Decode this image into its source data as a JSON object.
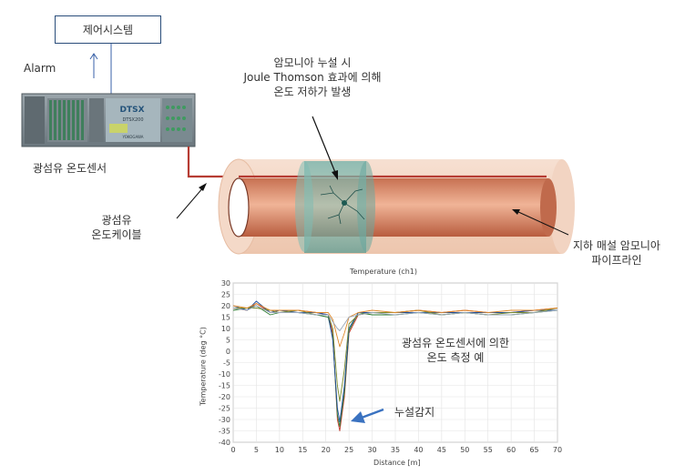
{
  "diagram": {
    "control_system_label": "제어시스템",
    "alarm_label": "Alarm",
    "sensor_label": "광섬유 온도센서",
    "device": {
      "brand": "DTSX",
      "model": "DTSX200",
      "maker": "YOKOGAWA"
    },
    "cable_label_lines": [
      "광섬유",
      "온도케이블"
    ],
    "leak_note_lines": [
      "암모니아 누설 시",
      "Joule Thomson 효과에 의해",
      "온도 저하가 발생"
    ],
    "pipeline_label_lines": [
      "지하 매설 암모니아",
      "파이프라인"
    ]
  },
  "chart_annotations": {
    "measurement_lines": [
      "광섬유 온도센서에 의한",
      "온도 측정 예"
    ],
    "leak_detect_label": "누설감지"
  },
  "chart_data": {
    "type": "line",
    "title": "Temperature (ch1)",
    "xlabel": "Distance [m]",
    "ylabel": "Temperature (deg °C)",
    "xlim": [
      0,
      70
    ],
    "ylim": [
      -40,
      30
    ],
    "xticks": [
      0,
      5,
      10,
      15,
      20,
      25,
      30,
      35,
      40,
      45,
      50,
      55,
      60,
      65,
      70
    ],
    "yticks": [
      30,
      25,
      20,
      15,
      10,
      5,
      0,
      -5,
      -10,
      -15,
      -20,
      -25,
      -30,
      -35,
      -40
    ],
    "grid": true,
    "series": [
      {
        "color": "#c0392b",
        "x": [
          0,
          3,
          5,
          8,
          10,
          14,
          18,
          20.5,
          21.5,
          22.5,
          23,
          24,
          25,
          27,
          30,
          35,
          40,
          45,
          50,
          55,
          60,
          65,
          70
        ],
        "y": [
          19,
          18,
          21,
          17,
          18,
          18,
          17,
          16,
          8,
          -30,
          -35,
          -20,
          8,
          16,
          17,
          17,
          18,
          17,
          18,
          17,
          17,
          18,
          19
        ]
      },
      {
        "color": "#2e7d32",
        "x": [
          0,
          3,
          5,
          8,
          10,
          14,
          18,
          20.5,
          21.5,
          22.5,
          23,
          24,
          25,
          27,
          30,
          35,
          40,
          45,
          50,
          55,
          60,
          65,
          70
        ],
        "y": [
          18,
          19,
          20,
          16,
          17,
          17,
          16,
          15,
          6,
          -28,
          -33,
          -18,
          9,
          17,
          16,
          16,
          17,
          16,
          17,
          16,
          16,
          17,
          18
        ]
      },
      {
        "color": "#1f4e9c",
        "x": [
          0,
          3,
          5,
          8,
          10,
          14,
          18,
          20.5,
          21.5,
          22.5,
          23,
          24,
          25,
          27,
          30,
          35,
          40,
          45,
          50,
          55,
          60,
          65,
          70
        ],
        "y": [
          20,
          18,
          22,
          17,
          18,
          17,
          17,
          16,
          5,
          -25,
          -31,
          -15,
          10,
          17,
          17,
          17,
          17,
          17,
          17,
          17,
          17,
          18,
          18
        ]
      },
      {
        "color": "#7b8c2e",
        "x": [
          0,
          3,
          5,
          8,
          10,
          14,
          18,
          20.5,
          21.5,
          22.5,
          23,
          24,
          25,
          27,
          30,
          35,
          40,
          45,
          50,
          55,
          60,
          65,
          70
        ],
        "y": [
          19,
          19,
          19,
          18,
          17,
          18,
          16,
          16,
          10,
          -15,
          -22,
          -8,
          12,
          16,
          17,
          17,
          18,
          16,
          17,
          16,
          17,
          17,
          19
        ]
      },
      {
        "color": "#e08a2c",
        "x": [
          0,
          3,
          5,
          8,
          10,
          14,
          18,
          20.5,
          21.5,
          22.5,
          23,
          24,
          25,
          27,
          30,
          35,
          40,
          45,
          50,
          55,
          60,
          65,
          70
        ],
        "y": [
          20,
          19,
          21,
          18,
          18,
          18,
          17,
          17,
          14,
          6,
          2,
          8,
          15,
          17,
          18,
          17,
          18,
          17,
          18,
          17,
          18,
          18,
          19
        ]
      },
      {
        "color": "#9aa7b8",
        "x": [
          0,
          3,
          5,
          8,
          10,
          14,
          18,
          20.5,
          21.5,
          22.5,
          23,
          24,
          25,
          27,
          30,
          35,
          40,
          45,
          50,
          55,
          60,
          65,
          70
        ],
        "y": [
          19,
          18,
          20,
          17,
          17,
          17,
          16,
          16,
          13,
          10,
          9,
          12,
          15,
          16,
          17,
          16,
          17,
          16,
          17,
          16,
          16,
          17,
          18
        ]
      }
    ]
  }
}
